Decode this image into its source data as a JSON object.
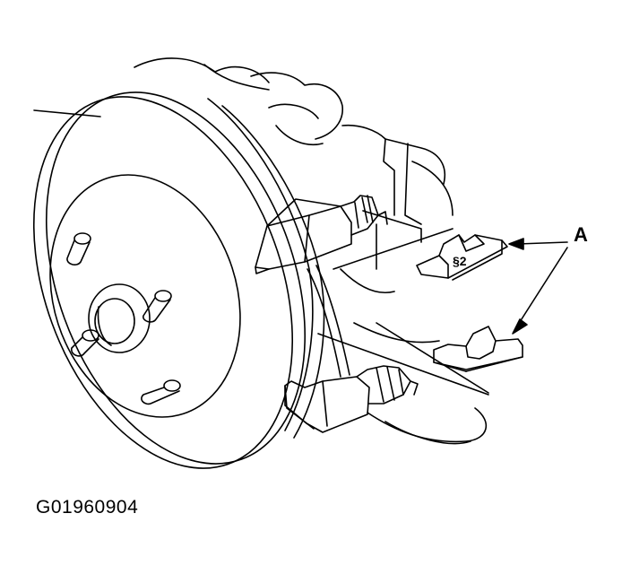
{
  "callout": {
    "label": "A"
  },
  "figure": {
    "id": "G01960904"
  },
  "parts": {
    "clip_upper_marking": "§2"
  },
  "colors": {
    "line": "#000000",
    "background": "#ffffff"
  }
}
